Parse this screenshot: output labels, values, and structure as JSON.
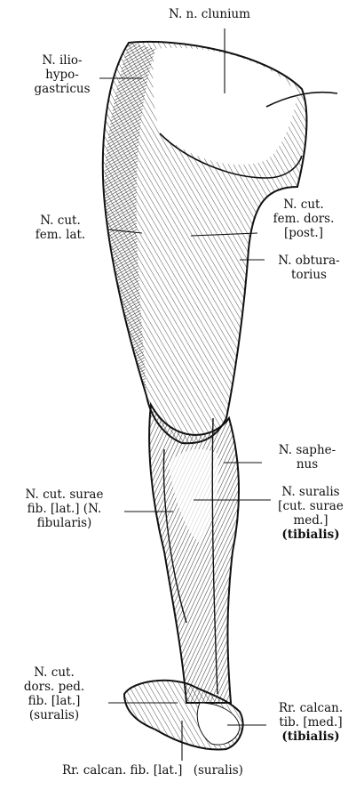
{
  "labels": {
    "clunium": [
      "N. n. clunium"
    ],
    "iliohypogastricus": [
      "N. ilio-",
      "hypo-",
      "gastricus"
    ],
    "cut_fem_lat": [
      "N. cut.",
      "fem. lat."
    ],
    "cut_fem_dors": [
      "N. cut.",
      "fem. dors.",
      "[post.]"
    ],
    "obturatorius": [
      "N. obtura-",
      "torius"
    ],
    "saphenus": [
      "N. saphe-",
      "nus"
    ],
    "cut_surae_fib": [
      "N. cut. surae",
      "fib. [lat.] (N.",
      "fibularis)"
    ],
    "suralis": [
      "N. suralis",
      "[cut. surae",
      "med.]",
      "(tibialis)"
    ],
    "cut_dors_ped": [
      "N. cut.",
      "dors. ped.",
      "fib. [lat.]",
      "(suralis)"
    ],
    "rr_calcan_tib": [
      "Rr. calcan.",
      "tib. [med.]",
      "(tibialis)"
    ],
    "rr_calcan_fib": [
      "Rr. calcan. fib. [lat.]",
      "(suralis)"
    ]
  },
  "colors": {
    "ink": "#111111",
    "paper": "#ffffff",
    "shade": "#444444"
  }
}
